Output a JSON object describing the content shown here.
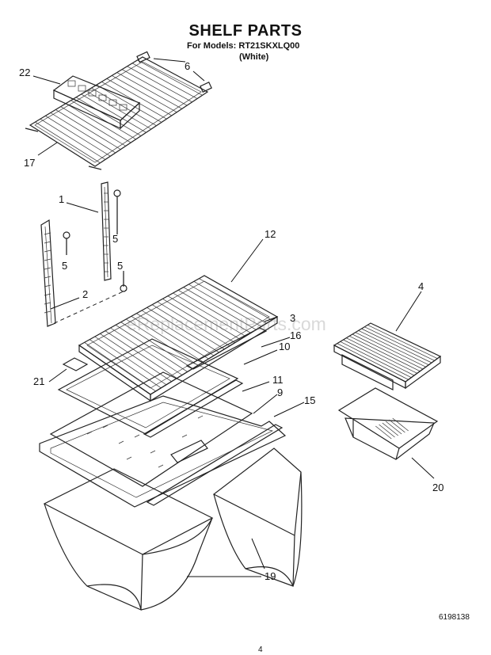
{
  "header": {
    "title": "SHELF PARTS",
    "models_line": "For Models: RT21SKXLQ00",
    "variant": "(White)"
  },
  "watermark": "eReplacementParts.com",
  "callouts": {
    "c22": "22",
    "c6": "6",
    "c17": "17",
    "c1": "1",
    "c5a": "5",
    "c5b": "5",
    "c5c": "5",
    "c2": "2",
    "c12": "12",
    "c4": "4",
    "c3": "3",
    "c16": "16",
    "c10": "10",
    "c21": "21",
    "c11": "11",
    "c9": "9",
    "c15": "15",
    "c20": "20",
    "c19": "19"
  },
  "footer": {
    "doc_number": "6198138",
    "page_number": "4"
  }
}
